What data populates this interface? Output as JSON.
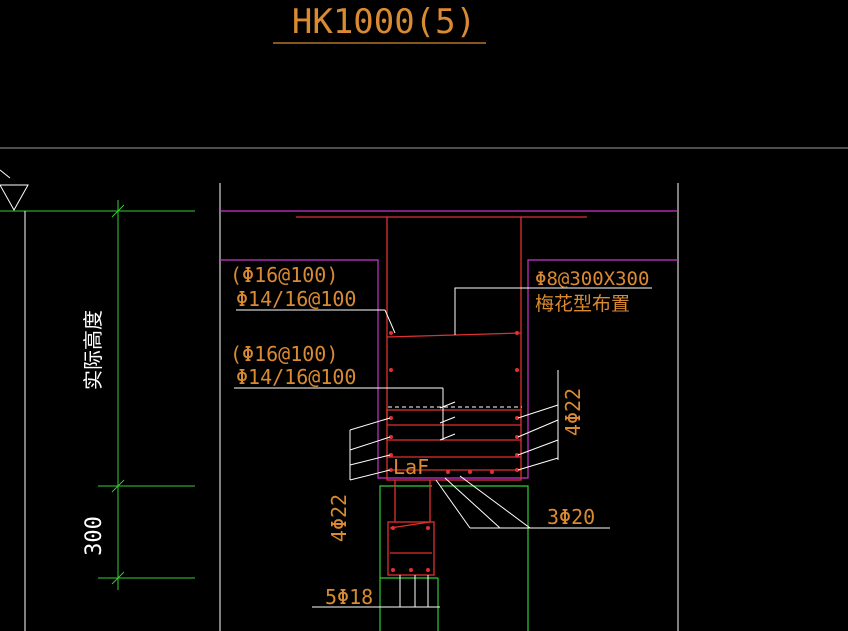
{
  "drawing": {
    "title": "HK1000(5)",
    "rebar_left_top": "(Φ16@100)",
    "rebar_left_top_2": "Φ14/16@100",
    "rebar_left_mid": "(Φ16@100)",
    "rebar_left_mid_2": "Φ14/16@100",
    "rebar_right_top": "Φ8@300X300",
    "rebar_right_top_2": "梅花型布置",
    "side_bars_left": "4Φ22",
    "side_bars_right": "4Φ22",
    "bottom_bars": "3Φ20",
    "lower_bars": "5Φ18",
    "anchor_label": "LaF",
    "dim_height_label": "实际高度",
    "dim_300": "300"
  },
  "colors": {
    "background": "#000000",
    "green": "#33cc33",
    "magenta": "#cc33cc",
    "red": "#e03030",
    "white": "#ffffff",
    "orange": "#d98a32",
    "grey": "#9a9a9a"
  }
}
